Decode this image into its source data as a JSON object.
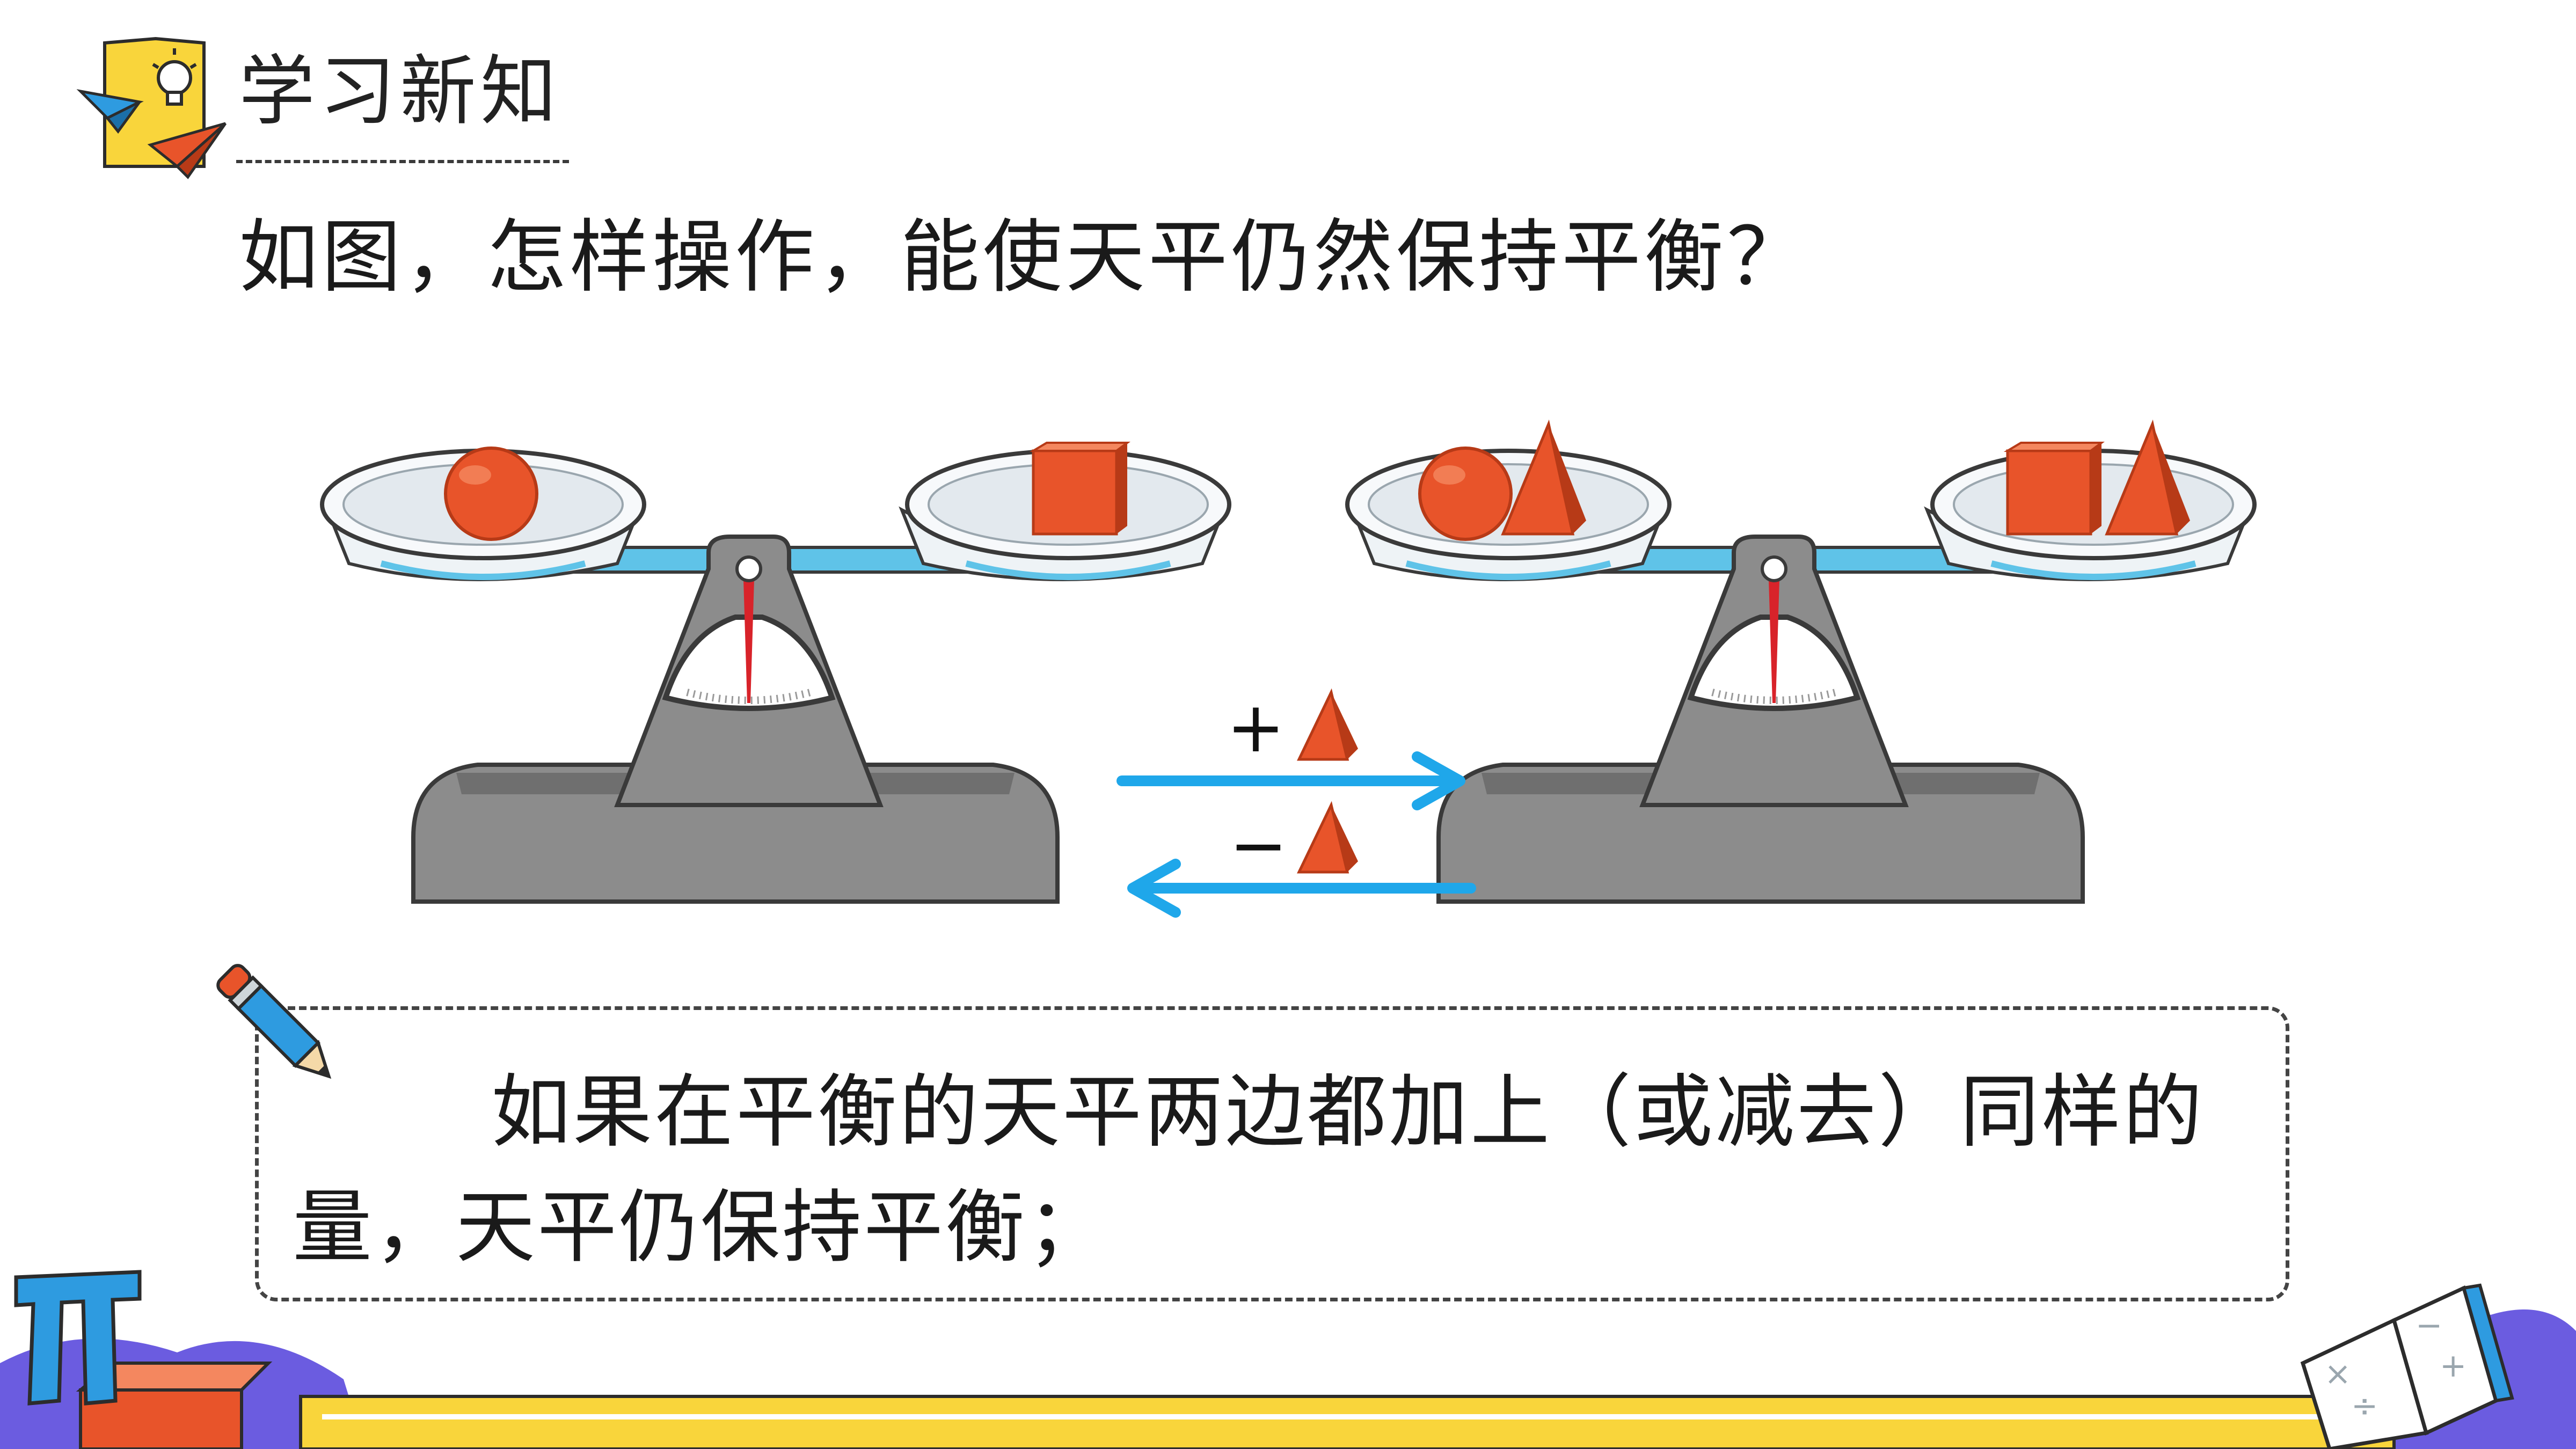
{
  "header": {
    "title": "学习新知"
  },
  "question": "如图，怎样操作，能使天平仍然保持平衡？",
  "operations": {
    "add_label": "+",
    "subtract_label": "−"
  },
  "note": {
    "text": "如果在平衡的天平两边都加上（或减去）同样的量，天平仍保持平衡；"
  },
  "colors": {
    "accent_orange": "#E8542A",
    "arrow_blue": "#1FA7EA",
    "beam_blue": "#5FC3E8",
    "bottom_stripe": "#F9D53B",
    "decor_purple": "#6B5CE0",
    "scale_gray": "#8C8C8C"
  },
  "icons": [
    "paper-plane-icon",
    "lightbulb-icon",
    "pencil-icon",
    "pi-symbol-icon",
    "open-book-icon"
  ]
}
